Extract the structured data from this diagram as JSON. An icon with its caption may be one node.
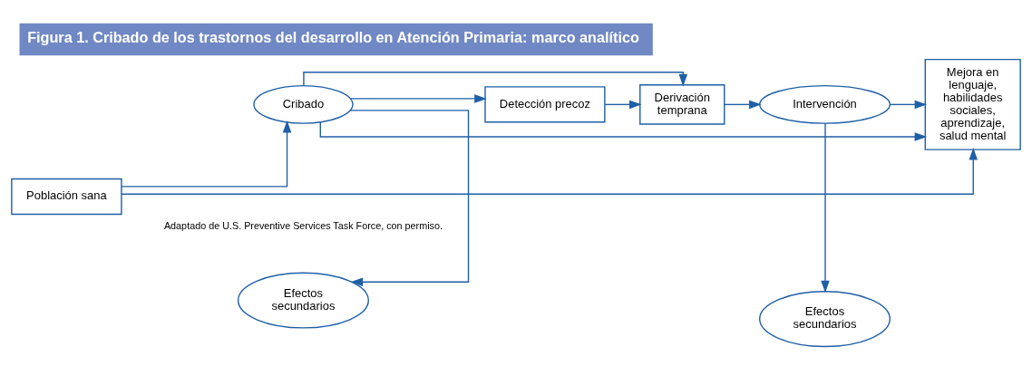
{
  "diagram": {
    "title": "Figura 1. Cribado de los trastornos del desarrollo en Atención Primaria: marco analítico",
    "caption": "Adaptado de U.S. Preventive Services Task Force, con permiso.",
    "nodes": [
      {
        "text": [
          "Población sana"
        ]
      },
      {
        "text": [
          "Cribado"
        ]
      },
      {
        "text": [
          "Detección precoz"
        ]
      },
      {
        "text": [
          "Derivación temprana"
        ]
      },
      {
        "text": [
          "Intervención"
        ]
      },
      {
        "text": [
          "Mejora en lenguaje, habilidades sociales, aprendizaje, salud mental"
        ]
      },
      {
        "text": [
          "Efectos secundarios"
        ]
      },
      {
        "text": [
          "Efectos secundarios"
        ]
      }
    ],
    "edges": [
      {
        "from": 0,
        "to": 1,
        "arrow": "to"
      },
      {
        "from": 1,
        "to": 2,
        "arrow": "to"
      },
      {
        "from": 2,
        "to": 3,
        "arrow": "to"
      },
      {
        "from": 3,
        "to": 4,
        "arrow": "to"
      },
      {
        "from": 4,
        "to": 5,
        "arrow": "to"
      },
      {
        "from": 1,
        "to": 6,
        "arrow": "to"
      },
      {
        "from": 4,
        "to": 7,
        "arrow": "to"
      },
      {
        "from": 0,
        "to": 5,
        "arrow": "to"
      },
      {
        "from": 1,
        "to": 5,
        "arrow": "to"
      },
      {
        "from": 1,
        "to": 3,
        "arrow": "to"
      }
    ]
  }
}
